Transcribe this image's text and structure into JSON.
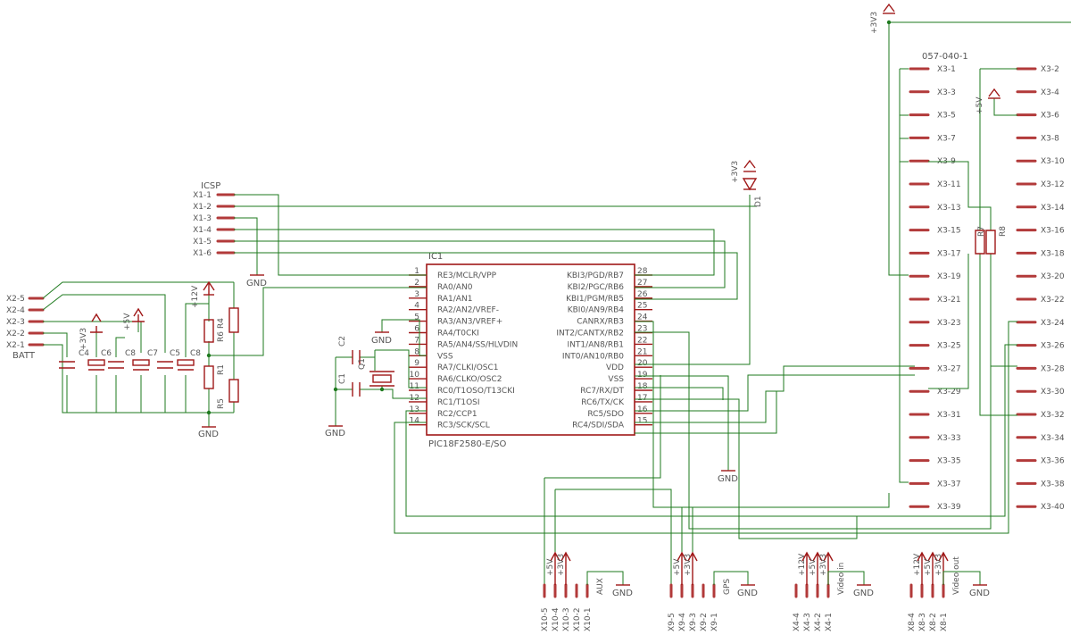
{
  "ic1": {
    "name": "IC1",
    "part": "PIC18F2580-E/SO",
    "left_pins": [
      {
        "n": "1",
        "label": "RE3/MCLR/VPP"
      },
      {
        "n": "2",
        "label": "RA0/AN0"
      },
      {
        "n": "3",
        "label": "RA1/AN1"
      },
      {
        "n": "4",
        "label": "RA2/AN2/VREF-"
      },
      {
        "n": "5",
        "label": "RA3/AN3/VREF+"
      },
      {
        "n": "6",
        "label": "RA4/T0CKI"
      },
      {
        "n": "7",
        "label": "RA5/AN4/SS/HLVDIN"
      },
      {
        "n": "8",
        "label": "VSS"
      },
      {
        "n": "9",
        "label": "RA7/CLKI/OSC1"
      },
      {
        "n": "10",
        "label": "RA6/CLKO/OSC2"
      },
      {
        "n": "11",
        "label": "RC0/T1OSO/T13CKI"
      },
      {
        "n": "12",
        "label": "RC1/T1OSI"
      },
      {
        "n": "13",
        "label": "RC2/CCP1"
      },
      {
        "n": "14",
        "label": "RC3/SCK/SCL"
      }
    ],
    "right_pins": [
      {
        "n": "28",
        "label": "KBI3/PGD/RB7"
      },
      {
        "n": "27",
        "label": "KBI2/PGC/RB6"
      },
      {
        "n": "26",
        "label": "KBI1/PGM/RB5"
      },
      {
        "n": "25",
        "label": "KBI0/AN9/RB4"
      },
      {
        "n": "24",
        "label": "CANRX/RB3"
      },
      {
        "n": "23",
        "label": "INT2/CANTX/RB2"
      },
      {
        "n": "22",
        "label": "INT1/AN8/RB1"
      },
      {
        "n": "21",
        "label": "INT0/AN10/RB0"
      },
      {
        "n": "20",
        "label": "VDD"
      },
      {
        "n": "19",
        "label": "VSS"
      },
      {
        "n": "18",
        "label": "RC7/RX/DT"
      },
      {
        "n": "17",
        "label": "RC6/TX/CK"
      },
      {
        "n": "16",
        "label": "RC5/SDO"
      },
      {
        "n": "15",
        "label": "RC4/SDI/SDA"
      }
    ]
  },
  "icsp": {
    "title": "ICSP",
    "pins": [
      "X1-1",
      "X1-2",
      "X1-3",
      "X1-4",
      "X1-5",
      "X1-6"
    ]
  },
  "batt": {
    "title": "BATT",
    "pins": [
      "X2-5",
      "X2-4",
      "X2-3",
      "X2-2",
      "X2-1"
    ]
  },
  "x3": {
    "title": "057-040-1",
    "odd_pins": [
      "X3-1",
      "X3-3",
      "X3-5",
      "X3-7",
      "X3-9",
      "X3-11",
      "X3-13",
      "X3-15",
      "X3-17",
      "X3-19",
      "X3-21",
      "X3-23",
      "X3-25",
      "X3-27",
      "X3-29",
      "X3-31",
      "X3-33",
      "X3-35",
      "X3-37",
      "X3-39"
    ],
    "even_pins": [
      "X3-2",
      "X3-4",
      "X3-6",
      "X3-8",
      "X3-10",
      "X3-12",
      "X3-14",
      "X3-16",
      "X3-18",
      "X3-20",
      "X3-22",
      "X3-24",
      "X3-26",
      "X3-28",
      "X3-30",
      "X3-32",
      "X3-34",
      "X3-36",
      "X3-38",
      "X3-40"
    ]
  },
  "bottom_connectors": {
    "x10": {
      "pins": [
        "X10-5",
        "X10-4",
        "X10-3",
        "X10-2",
        "X10-1"
      ],
      "title": "AUX",
      "supplies": [
        "+5V",
        "+3V3"
      ]
    },
    "x9": {
      "pins": [
        "X9-5",
        "X9-4",
        "X9-3",
        "X9-2",
        "X9-1"
      ],
      "title": "GPS",
      "supplies": [
        "+5V",
        "+3V3"
      ]
    },
    "x4": {
      "pins": [
        "X4-4",
        "X4-3",
        "X4-2",
        "X4-1"
      ],
      "title": "Video in",
      "supplies": [
        "+12V",
        "+5V",
        "+3V3"
      ]
    },
    "x8": {
      "pins": [
        "X8-4",
        "X8-3",
        "X8-2",
        "X8-1"
      ],
      "title": "Video out",
      "supplies": [
        "+12V",
        "+5V",
        "+3V3"
      ]
    }
  },
  "components": {
    "caps_left": [
      "C4",
      "C6",
      "C8",
      "C7",
      "C5",
      "C8"
    ],
    "resistors_left": [
      "R6",
      "R4",
      "R1",
      "R5"
    ],
    "crystal_caps": [
      "C2",
      "C1"
    ],
    "crystal": "Q1",
    "diode": "D1",
    "resistors_right": [
      "R7",
      "R8"
    ]
  },
  "labels": {
    "gnd": "GND",
    "v3v3": "+3V3",
    "v5": "+5V",
    "v12": "+12V"
  }
}
